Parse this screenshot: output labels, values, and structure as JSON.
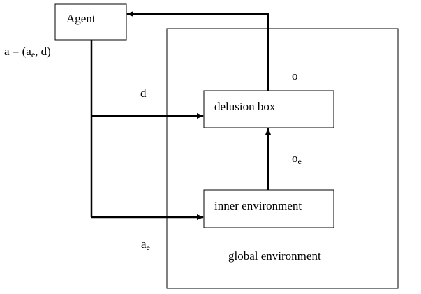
{
  "nodes": {
    "agent": "Agent",
    "delusion_box": "delusion box",
    "inner_environment": "inner environment",
    "global_environment": "global environment"
  },
  "labels": {
    "action_prefix": "a = (a",
    "action_sub": "e",
    "action_suffix": ", d)",
    "d": "d",
    "o": "o",
    "oe_main": "o",
    "oe_sub": "e",
    "ae_main": "a",
    "ae_sub": "e"
  }
}
